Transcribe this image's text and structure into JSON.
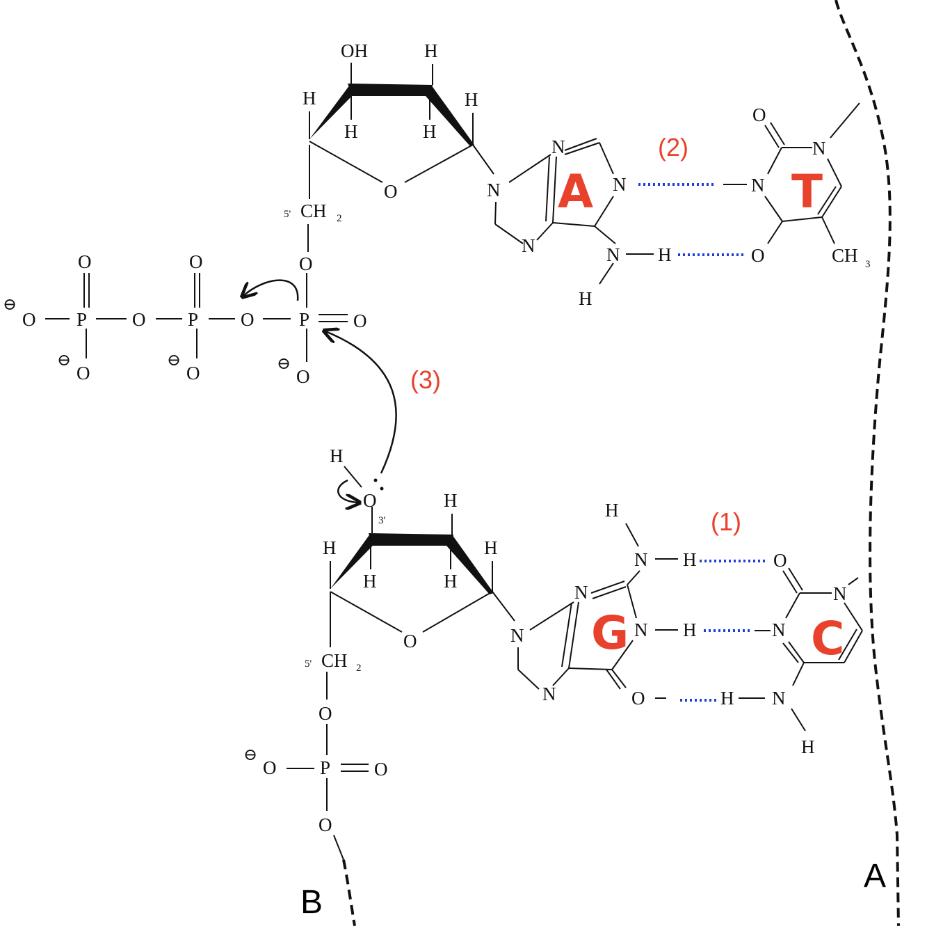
{
  "colors": {
    "base_label": "#e8412c",
    "step_label": "#e8412c",
    "hydrogen_bond": "#1f3fd8",
    "ink": "#111111"
  },
  "labels": {
    "step1": "(1)",
    "step2": "(2)",
    "step3": "(3)",
    "strand_a": "A",
    "strand_b": "B",
    "base_a": "A",
    "base_t": "T",
    "base_g": "G",
    "base_c": "C"
  },
  "atoms": {
    "O": "O",
    "H": "H",
    "N": "N",
    "P": "P",
    "OH": "OH",
    "CH2": "CH",
    "sub2": "2",
    "CH3": "CH",
    "sub3": "3",
    "prime3": "3'",
    "prime5": "5'",
    "minus": "⊖"
  }
}
